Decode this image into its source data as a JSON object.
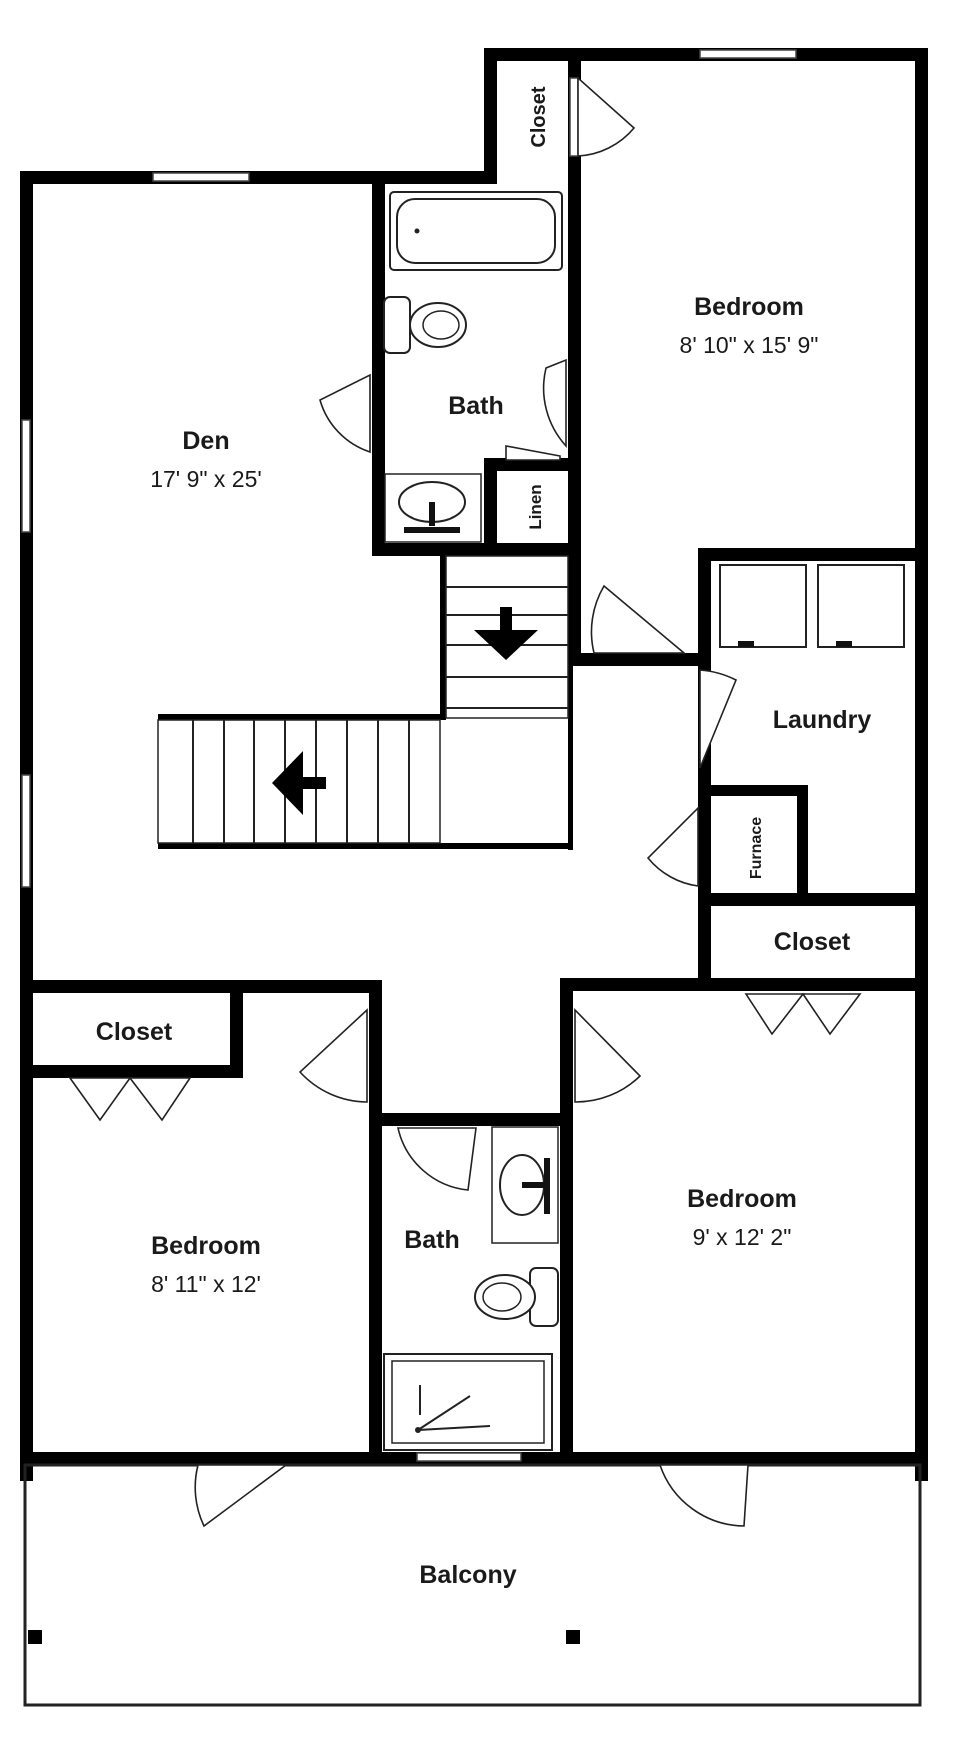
{
  "plan": {
    "rooms": {
      "den": {
        "name": "Den",
        "dims": "17' 9\" x 25'"
      },
      "bedroom_ne": {
        "name": "Bedroom",
        "dims": "8' 10\" x 15' 9\""
      },
      "bath_upper": {
        "name": "Bath"
      },
      "closet_top": {
        "name": "Closet"
      },
      "linen": {
        "name": "Linen"
      },
      "laundry": {
        "name": "Laundry"
      },
      "furnace": {
        "name": "Furnace"
      },
      "closet_east": {
        "name": "Closet"
      },
      "closet_west": {
        "name": "Closet"
      },
      "bedroom_sw": {
        "name": "Bedroom",
        "dims": "8' 11\" x 12'"
      },
      "bath_lower": {
        "name": "Bath"
      },
      "bedroom_se": {
        "name": "Bedroom",
        "dims": "9' x 12' 2\""
      },
      "balcony": {
        "name": "Balcony"
      }
    },
    "stairs": {
      "upper_direction": "down",
      "lower_direction": "left"
    },
    "colors": {
      "wall": "#000000",
      "line": "#222222",
      "background": "#ffffff"
    }
  }
}
